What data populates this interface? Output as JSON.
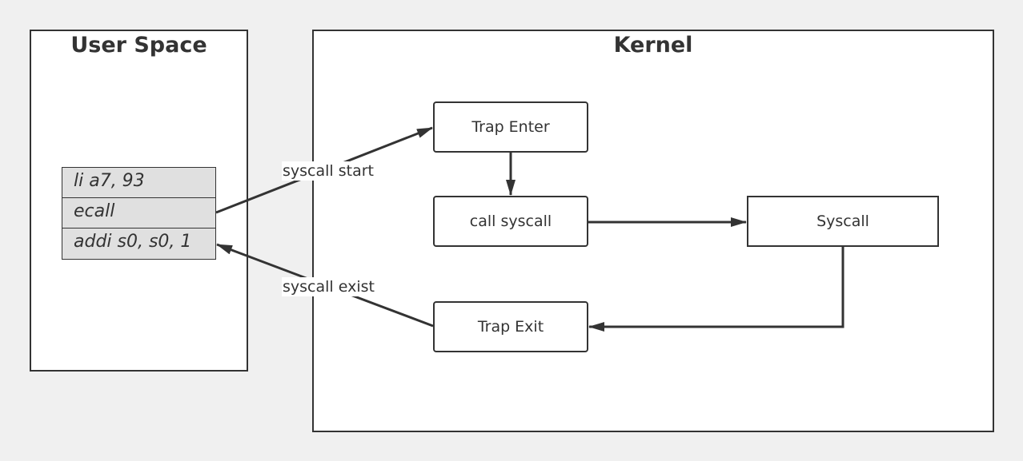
{
  "user_space": {
    "title": "User Space",
    "code_lines": [
      "li a7, 93",
      "ecall",
      "addi s0, s0, 1"
    ]
  },
  "kernel": {
    "title": "Kernel",
    "nodes": {
      "trap_enter": "Trap Enter",
      "call_syscall": "call syscall",
      "syscall": "Syscall",
      "trap_exit": "Trap Exit"
    }
  },
  "edges": {
    "syscall_start": "syscall start",
    "syscall_exist": "syscall exist"
  },
  "colors": {
    "stroke": "#333333",
    "code_fill": "#e0e0e0",
    "background": "#f0f0f0"
  }
}
